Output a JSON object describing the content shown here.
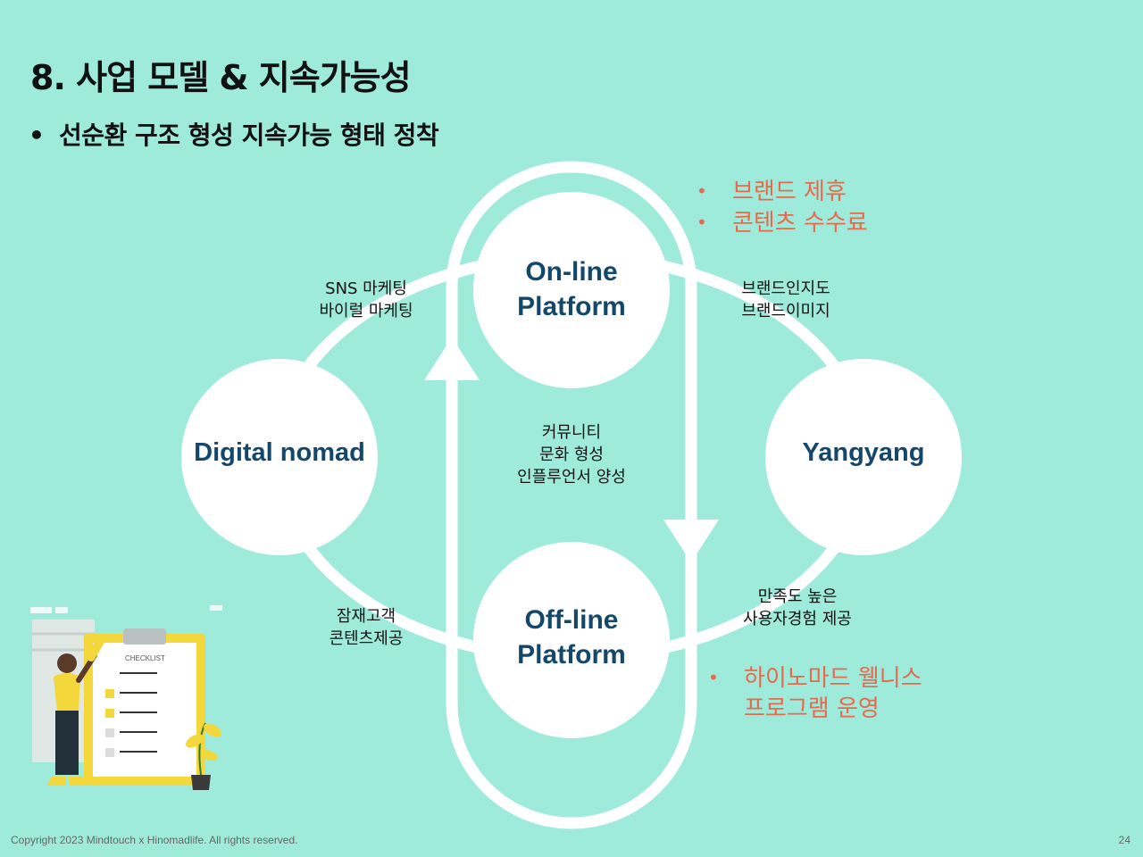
{
  "slide": {
    "title": "8. 사업 모델 & 지속가능성",
    "bullet": "선순환 구조 형성 지속가능 형태 정착",
    "bullet_marker": "•"
  },
  "nodes": {
    "online": {
      "line1": "On-line",
      "line2": "Platform"
    },
    "offline": {
      "line1": "Off-line",
      "line2": "Platform"
    },
    "nomad": {
      "label": "Digital nomad"
    },
    "yangyang": {
      "label": "Yangyang"
    }
  },
  "edge_labels": {
    "nomad_online": [
      "SNS 마케팅",
      "바이럴 마케팅"
    ],
    "online_yangyang": [
      "브랜드인지도",
      "브랜드이미지"
    ],
    "center": [
      "커뮤니티",
      "문화 형성",
      "인플루언서 양성"
    ],
    "nomad_offline": [
      "잠재고객",
      "콘텐츠제공"
    ],
    "yangyang_offline": [
      "만족도 높은",
      "사용자경험 제공"
    ]
  },
  "revenue": {
    "online": [
      "브랜드 제휴",
      "콘텐츠 수수료"
    ],
    "offline": [
      "하이노마드 웰니스",
      "프로그램 운영"
    ]
  },
  "illustration": {
    "checklist_label": "CHECKLIST"
  },
  "footer": {
    "copyright": "Copyright 2023 Mindtouch x Hinomadlife. All rights reserved.",
    "page": "24"
  },
  "colors": {
    "background": "#9eebdc",
    "node_text": "#14486b",
    "revenue_text": "#e86a4d",
    "loop": "#ffffff"
  }
}
